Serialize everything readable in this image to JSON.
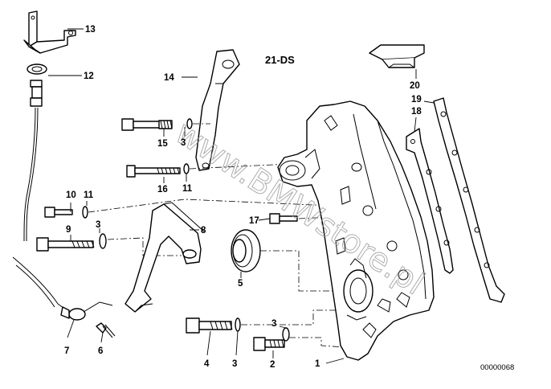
{
  "diagram": {
    "title": "21-DS",
    "reference": "00000068",
    "watermark": "www.BMWstore.pl",
    "callouts": [
      "1",
      "2",
      "3",
      "3",
      "3",
      "3",
      "4",
      "5",
      "6",
      "7",
      "8",
      "9",
      "10",
      "11",
      "11",
      "12",
      "13",
      "14",
      "15",
      "16",
      "17",
      "18",
      "19",
      "20"
    ]
  }
}
